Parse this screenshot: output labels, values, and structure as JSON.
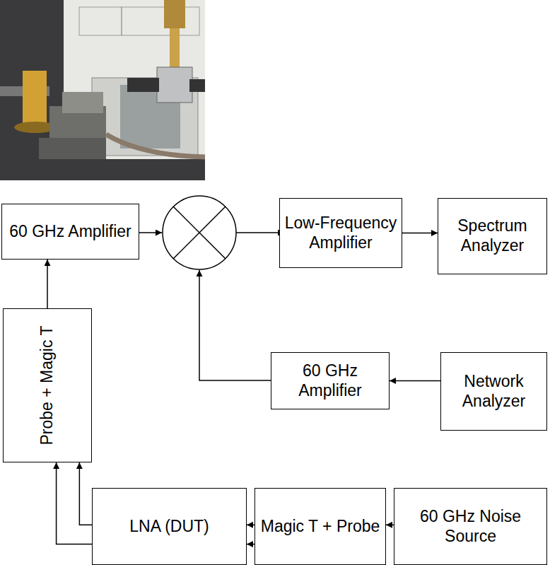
{
  "diagram": {
    "nodes": [
      {
        "text": [
          "60 GHz Amplifier"
        ]
      },
      {
        "text": [
          "Low-Frequency Amplifier"
        ]
      },
      {
        "text": [
          "Spectrum Analyzer"
        ]
      },
      {
        "text": [
          "Probe + Magic T"
        ]
      },
      {
        "text": [
          "60 GHz Amplifier"
        ]
      },
      {
        "text": [
          "Network Analyzer"
        ]
      },
      {
        "text": [
          "LNA (DUT)"
        ]
      },
      {
        "text": [
          "Magic T + Probe"
        ]
      },
      {
        "text": [
          "60 GHz Noise Source"
        ]
      }
    ],
    "edges": [
      {
        "from": 1,
        "to": 2,
        "arrow": "to"
      },
      {
        "from": 3,
        "to": 0,
        "arrow": "to"
      },
      {
        "from": 5,
        "to": 4,
        "arrow": "to"
      },
      {
        "from": 8,
        "to": 7,
        "arrow": "to"
      },
      {
        "from": 7,
        "to": 6,
        "arrow": "to"
      },
      {
        "from": 7,
        "to": 6,
        "arrow": "to"
      },
      {
        "from": 6,
        "to": 3,
        "arrow": "to"
      },
      {
        "from": 6,
        "to": 3,
        "arrow": "to"
      }
    ]
  }
}
